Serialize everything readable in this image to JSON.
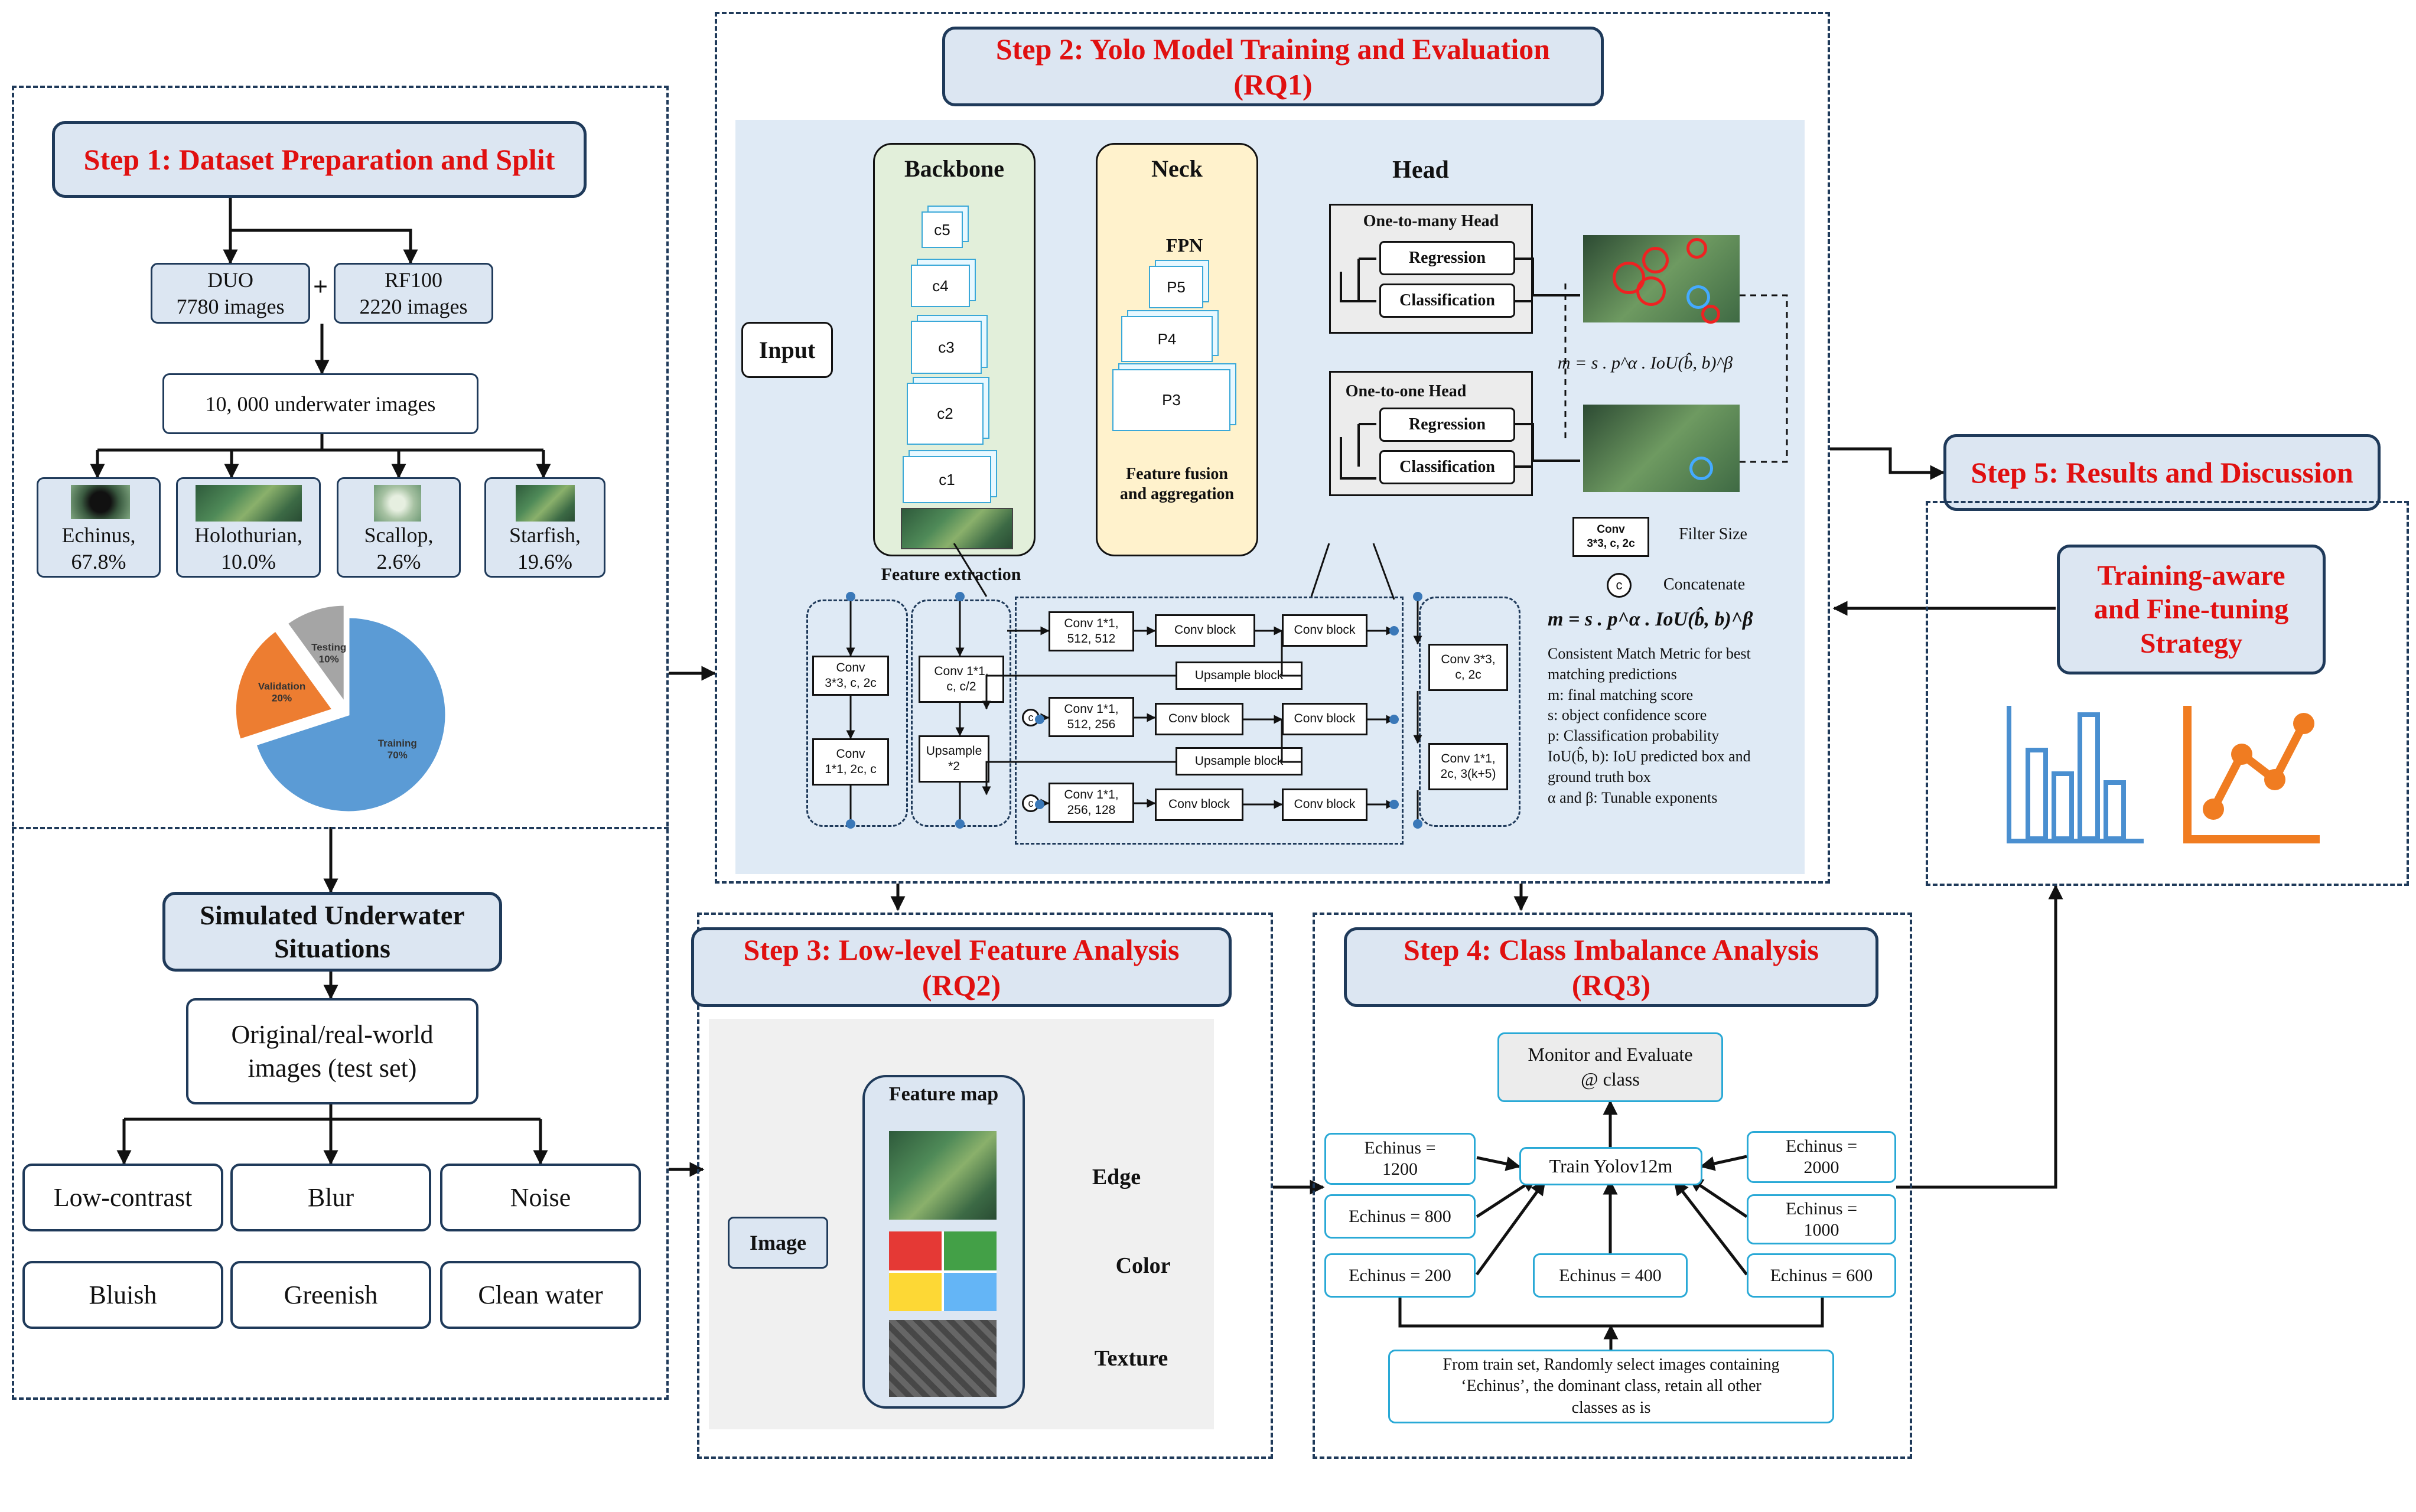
{
  "step1": {
    "title": "Step 1: Dataset Preparation and Split",
    "duo": "DUO\n7780 images",
    "rf100": "RF100\n2220 images",
    "plus": "+",
    "combined": "10, 000 underwater images",
    "classes": [
      {
        "label": "Echinus,\n67.8%"
      },
      {
        "label": "Holothurian,\n10.0%"
      },
      {
        "label": "Scallop,\n2.6%"
      },
      {
        "label": "Starfish,\n19.6%"
      }
    ]
  },
  "chart_data": {
    "type": "pie",
    "categories": [
      "Training",
      "Validation",
      "Testing"
    ],
    "values": [
      70,
      20,
      10
    ],
    "labels": [
      "Training\n70%",
      "Validation\n20%",
      "Testing\n10%"
    ],
    "colors": [
      "#5b9bd5",
      "#ed7d31",
      "#a5a5a5"
    ]
  },
  "simulated": {
    "title": "Simulated Underwater\nSituations",
    "original": "Original/real-world\nimages (test set)",
    "conditions": [
      "Low-contrast",
      "Blur",
      "Noise",
      "Bluish",
      "Greenish",
      "Clean water"
    ]
  },
  "step2": {
    "title": "Step 2: Yolo Model Training and Evaluation\n(RQ1)",
    "input": "Input",
    "backbone": "Backbone",
    "backbone_layers": [
      "c5",
      "c4",
      "c3",
      "c2",
      "c1"
    ],
    "feature_extraction": "Feature extraction",
    "neck": "Neck",
    "fpn": "FPN",
    "neck_layers": [
      "P5",
      "P4",
      "P3"
    ],
    "fusion": "Feature fusion\nand aggregation",
    "head": "Head",
    "one_to_many": "One-to-many Head",
    "one_to_one": "One-to-one Head",
    "regression": "Regression",
    "classification": "Classification",
    "metric_small": "m = s . p^α . IoU(b̂, b)^β",
    "legend_conv": "Conv\n3*3, c, 2c",
    "legend_filter": "Filter Size",
    "legend_c": "c",
    "legend_concat": "Concatenate",
    "metric_big": "m = s . p^α . IoU(b̂, b)^β",
    "metric_desc": [
      "Consistent Match Metric  for best",
      "matching predictions",
      "m: final matching score",
      "s: object confidence score",
      "p: Classification probability",
      "IoU(b̂, b): IoU predicted box and",
      "ground truth box",
      "α and β: Tunable exponents"
    ],
    "detail_blocks": {
      "conv3_a": "Conv\n3*3, c, 2c",
      "conv1_a": "Conv\n1*1, 2c, c",
      "conv1_b": "Conv 1*1,\nc, c/2",
      "upsample": "Upsample\n*2",
      "conv_512_512": "Conv 1*1,\n512, 512",
      "conv_512_256": "Conv 1*1,\n512, 256",
      "conv_256_128": "Conv 1*1,\n256, 128",
      "conv_block": "Conv block",
      "upsample_block": "Upsample block",
      "conv3_b": "Conv 3*3,\nc, 2c",
      "conv1_c": "Conv 1*1,\n2c, 3(k+5)",
      "c": "c"
    }
  },
  "step3": {
    "title": "Step 3: Low-level Feature Analysis\n(RQ2)",
    "image": "Image",
    "feature_map": "Feature map",
    "outputs": [
      "Edge",
      "Color",
      "Texture"
    ]
  },
  "step4": {
    "title": "Step 4: Class Imbalance Analysis\n(RQ3)",
    "monitor": "Monitor and Evaluate\n@ class",
    "train": "Train Yolov12m",
    "variants": {
      "e1200": "Echinus =\n1200",
      "e800": "Echinus = 800",
      "e200": "Echinus = 200",
      "e400": "Echinus = 400",
      "e2000": "Echinus =\n2000",
      "e1000": "Echinus =\n1000",
      "e600": "Echinus = 600"
    },
    "source": "From train set, Randomly select images containing\n‘Echinus’, the dominant class, retain all other\nclasses as is"
  },
  "step5": {
    "title": "Step 5: Results and Discussion",
    "strategy": "Training-aware\nand Fine-tuning\nStrategy",
    "icons": [
      "bar-chart-icon",
      "line-chart-icon"
    ]
  },
  "colors": {
    "title_red": "#e01010",
    "dark_navy": "#1f3a5a",
    "light_blue": "#dce6f2",
    "cyan": "#29a9d6",
    "panel_blue": "#dfeaf5",
    "backbone_green": "#e2efda",
    "neck_yellow": "#fff2cc"
  }
}
